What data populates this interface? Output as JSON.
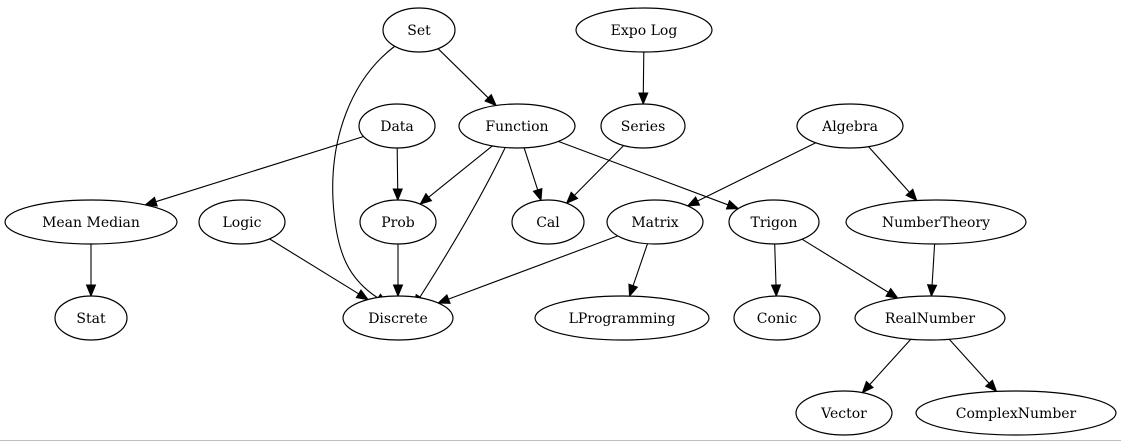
{
  "graph": {
    "nodes": [
      {
        "id": "set",
        "label": "Set"
      },
      {
        "id": "expo_log",
        "label": "Expo  Log"
      },
      {
        "id": "data",
        "label": "Data"
      },
      {
        "id": "function",
        "label": "Function"
      },
      {
        "id": "series",
        "label": "Series"
      },
      {
        "id": "algebra",
        "label": "Algebra"
      },
      {
        "id": "mean_median",
        "label": "Mean  Median"
      },
      {
        "id": "logic",
        "label": "Logic"
      },
      {
        "id": "prob",
        "label": "Prob"
      },
      {
        "id": "cal",
        "label": "Cal"
      },
      {
        "id": "matrix",
        "label": "Matrix"
      },
      {
        "id": "trigon",
        "label": "Trigon"
      },
      {
        "id": "number_theory",
        "label": "NumberTheory"
      },
      {
        "id": "stat",
        "label": "Stat"
      },
      {
        "id": "discrete",
        "label": "Discrete"
      },
      {
        "id": "lprogramming",
        "label": "LProgramming"
      },
      {
        "id": "conic",
        "label": "Conic"
      },
      {
        "id": "real_number",
        "label": "RealNumber"
      },
      {
        "id": "vector",
        "label": "Vector"
      },
      {
        "id": "complex_number",
        "label": "ComplexNumber"
      }
    ],
    "edges": [
      {
        "from": "set",
        "to": "function"
      },
      {
        "from": "set",
        "to": "discrete"
      },
      {
        "from": "expo_log",
        "to": "series"
      },
      {
        "from": "data",
        "to": "mean_median"
      },
      {
        "from": "data",
        "to": "prob"
      },
      {
        "from": "function",
        "to": "prob"
      },
      {
        "from": "function",
        "to": "discrete"
      },
      {
        "from": "function",
        "to": "cal"
      },
      {
        "from": "function",
        "to": "trigon"
      },
      {
        "from": "series",
        "to": "cal"
      },
      {
        "from": "algebra",
        "to": "matrix"
      },
      {
        "from": "algebra",
        "to": "number_theory"
      },
      {
        "from": "mean_median",
        "to": "stat"
      },
      {
        "from": "logic",
        "to": "discrete"
      },
      {
        "from": "prob",
        "to": "discrete"
      },
      {
        "from": "matrix",
        "to": "discrete"
      },
      {
        "from": "matrix",
        "to": "lprogramming"
      },
      {
        "from": "trigon",
        "to": "conic"
      },
      {
        "from": "trigon",
        "to": "real_number"
      },
      {
        "from": "number_theory",
        "to": "real_number"
      },
      {
        "from": "real_number",
        "to": "vector"
      },
      {
        "from": "real_number",
        "to": "complex_number"
      }
    ]
  }
}
